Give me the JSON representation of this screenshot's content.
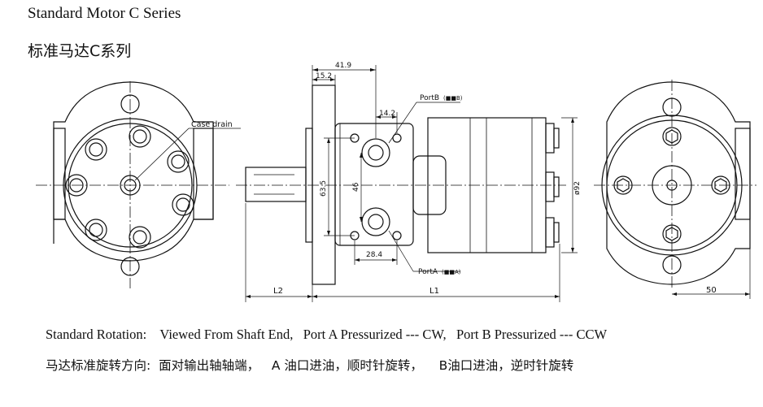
{
  "header": {
    "title": "Standard Motor C Series",
    "subtitle": "标准马达C系列"
  },
  "drawing": {
    "front_view": {
      "case_drain_label": "Case drain"
    },
    "side_view": {
      "dim_41_9": "41.9",
      "dim_15_2": "15.2",
      "dim_14_2": "14.2",
      "port_b_label": "PortB",
      "port_b_sub": "(■■B)",
      "dim_63_5": "63.5",
      "dim_46": "46",
      "dim_28_4": "28.4",
      "port_a_label": "PortA",
      "port_a_sub": "(■■A)",
      "dim_92": "ø92",
      "dim_l2": "L2",
      "dim_l1": "L1"
    },
    "rear_view": {
      "dim_50": "50"
    }
  },
  "rotation": {
    "english": "Standard Rotation:    Viewed From Shaft End,   Port A Pressurized --- CW,   Port B Pressurized --- CCW",
    "chinese": "马达标准旋转方向:  面对输出轴轴端，   A 油口进油，顺时针旋转，    B油口进油，逆时针旋转"
  }
}
